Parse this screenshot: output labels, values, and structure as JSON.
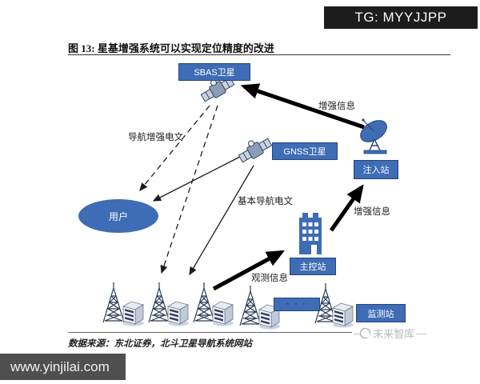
{
  "badges": {
    "tg": "TG: MYYJJPP",
    "site": "www.yinjilai.com"
  },
  "figure": {
    "title": "图 13: 星基增强系统可以实现定位精度的改进",
    "source": "数据来源：东北证券，北斗卫星导航系统网站",
    "watermark": "未来智库",
    "watermark_dash_left": "–",
    "watermark_dash_right": "—"
  },
  "nodes": {
    "sbas_satellite": "SBAS卫星",
    "gnss_satellite": "GNSS卫星",
    "user": "用户",
    "injection_station": "注入站",
    "master_station": "主控站",
    "monitor_station": "监测站",
    "ellipsis": "· · ·"
  },
  "flows": {
    "nav_augmentation_message": "导航增强电文",
    "augmentation_info_to_sbas": "增强信息",
    "basic_nav_message": "基本导航电文",
    "augmentation_info_to_injection": "增强信息",
    "observation_info": "观测信息"
  },
  "colors": {
    "node_fill": "#3e6cb5",
    "node_border": "#27457c",
    "icon_dark": "#2b3a55",
    "icon_light": "#dde3ec",
    "tg_badge_bg": "#1c1c1c",
    "site_badge_bg": "#4f4f4f",
    "watermark_gray": "#b5b9c0"
  }
}
